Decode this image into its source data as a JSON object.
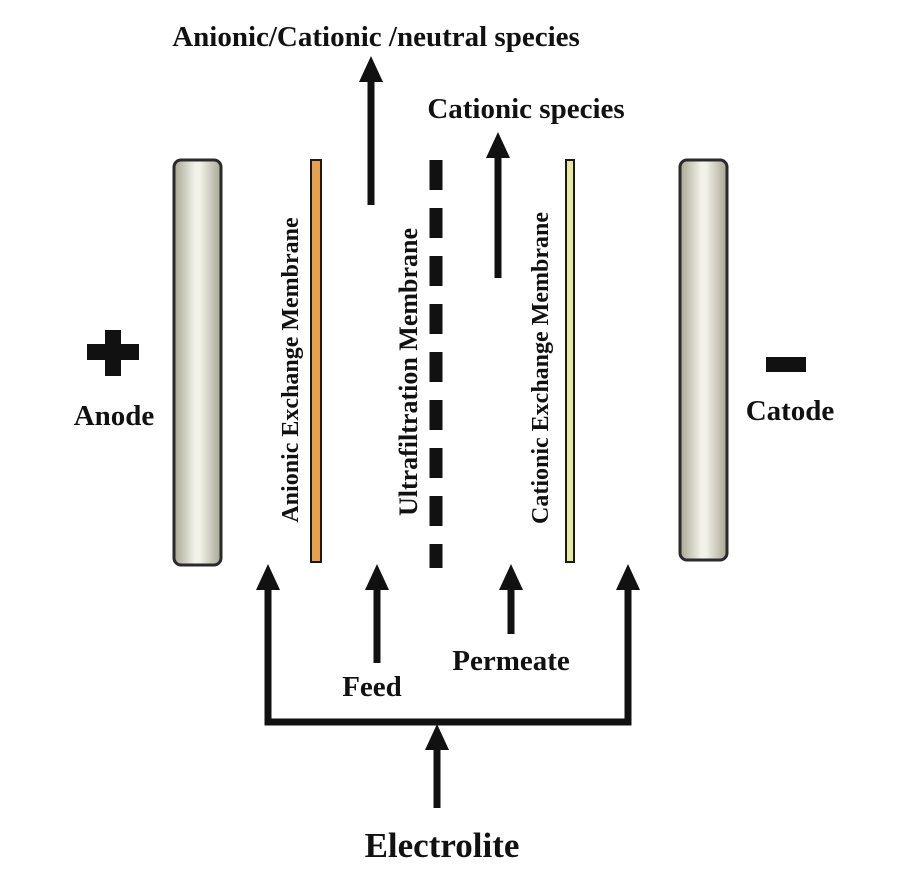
{
  "diagram": {
    "labels": {
      "top_output": "Anionic/Cationic /neutral species",
      "cationic_output": "Cationic species",
      "anode": "Anode",
      "catode": "Catode",
      "anionic_membrane": "Anionic Exchange Membrane",
      "ultrafiltration_membrane": "Ultrafiltration Membrane",
      "cationic_membrane": "Cationic Exchange Membrane",
      "feed": "Feed",
      "permeate": "Permeate",
      "electrolite": "Electrolite"
    },
    "colors": {
      "ink": "#111111",
      "electrode_center": "#f3f2ea",
      "electrode_edge": "#a8a592",
      "anionic_membrane_tint": "#e8a04a",
      "cationic_membrane_tint": "#e6e89a"
    }
  }
}
